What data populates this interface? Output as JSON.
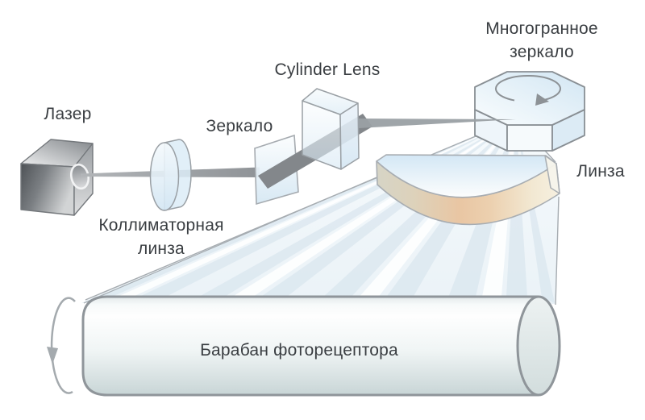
{
  "diagram": {
    "labels": {
      "laser": "Лазер",
      "collimator_lens": "Коллиматорная\nлинза",
      "mirror": "Зеркало",
      "cylinder_lens": "Cylinder Lens",
      "polygon_mirror": "Многогранное\nзеркало",
      "scan_lens": "Линза",
      "drum": "Барабан фоторецептора"
    },
    "icons": {
      "polygon_rotation": "rotation-clockwise-arrow",
      "drum_rotation": "rotation-counterclockwise-arrow"
    },
    "colors": {
      "outline": "#8f959a",
      "label_text": "#3a3e42",
      "glass_blue": "#d5e7f3",
      "beam_gray": "#85898d",
      "lens_warm": "#e9c6a3",
      "drum_fill": "#eef3f3",
      "background": "#ffffff"
    }
  }
}
